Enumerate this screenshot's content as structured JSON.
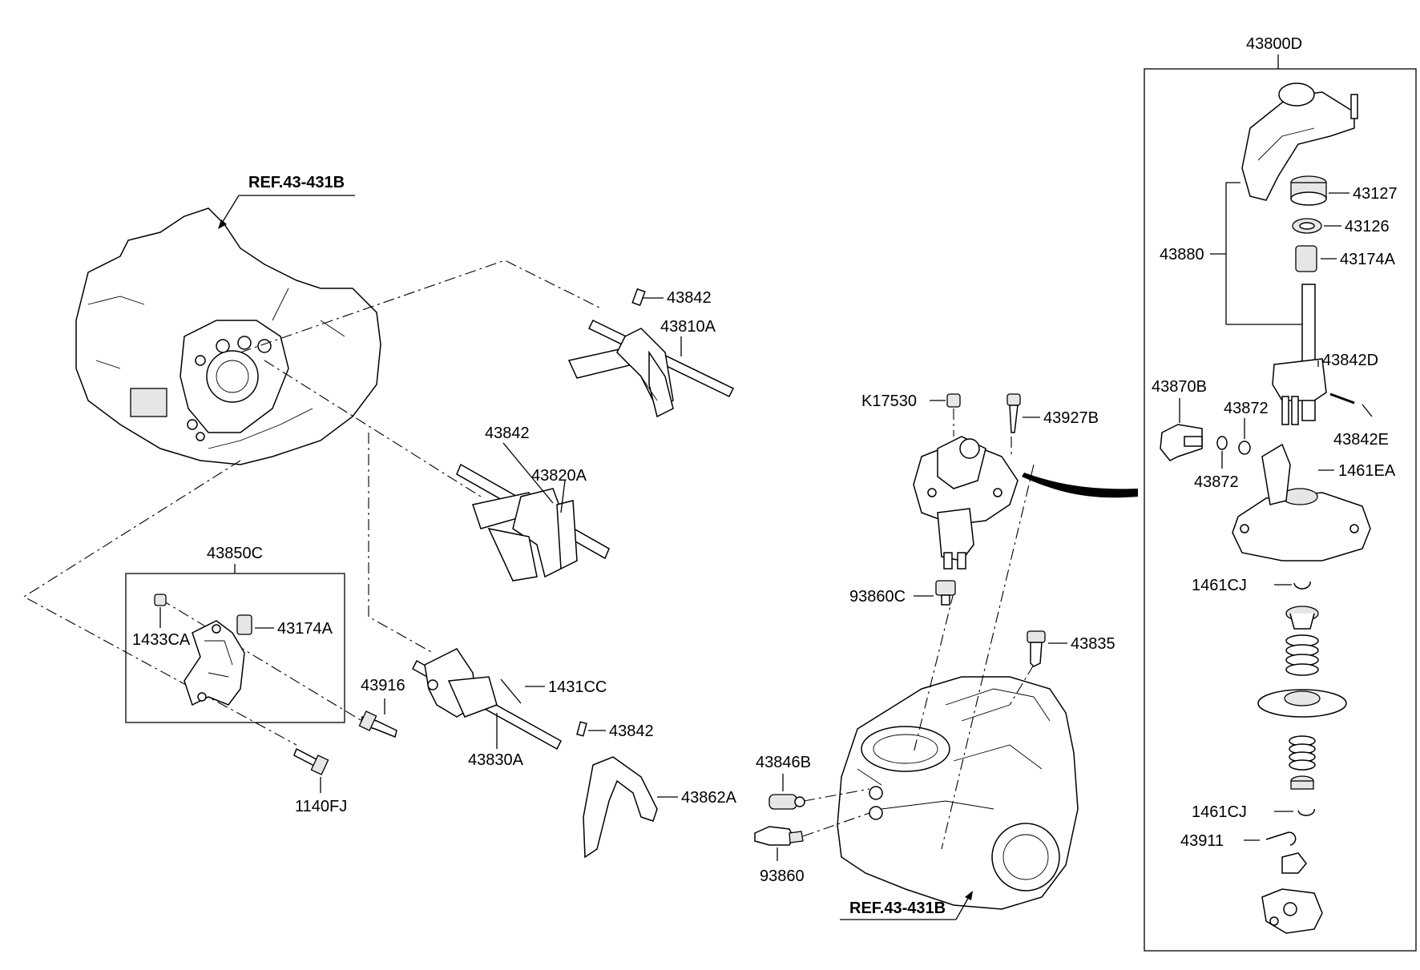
{
  "refs": {
    "ref_top": "REF.43-431B",
    "ref_bottom": "REF.43-431B"
  },
  "labels": {
    "p43800D": "43800D",
    "p43127": "43127",
    "p43126": "43126",
    "p43880": "43880",
    "p43174A_right": "43174A",
    "p43842D": "43842D",
    "p43870B": "43870B",
    "p43872_top": "43872",
    "p43872_bottom": "43872",
    "p43842E": "43842E",
    "p1461EA": "1461EA",
    "p1461CJ_top": "1461CJ",
    "p1461CJ_bottom": "1461CJ",
    "p43911": "43911",
    "pK17530": "K17530",
    "p43927B": "43927B",
    "p93860C": "93860C",
    "p43835": "43835",
    "p43846B": "43846B",
    "p93860": "93860",
    "p43842_a": "43842",
    "p43810A": "43810A",
    "p43842_b": "43842",
    "p43820A": "43820A",
    "p43850C": "43850C",
    "p1433CA": "1433CA",
    "p43174A_left": "43174A",
    "p43916": "43916",
    "p1431CC": "1431CC",
    "p43842_c": "43842",
    "p43830A": "43830A",
    "p43862A": "43862A",
    "p1140FJ": "1140FJ"
  },
  "icons": {
    "housing_left": "transaxle-case-icon",
    "housing_right": "transaxle-assembly-icon",
    "lever_assembly": "shift-control-lever-icon"
  }
}
